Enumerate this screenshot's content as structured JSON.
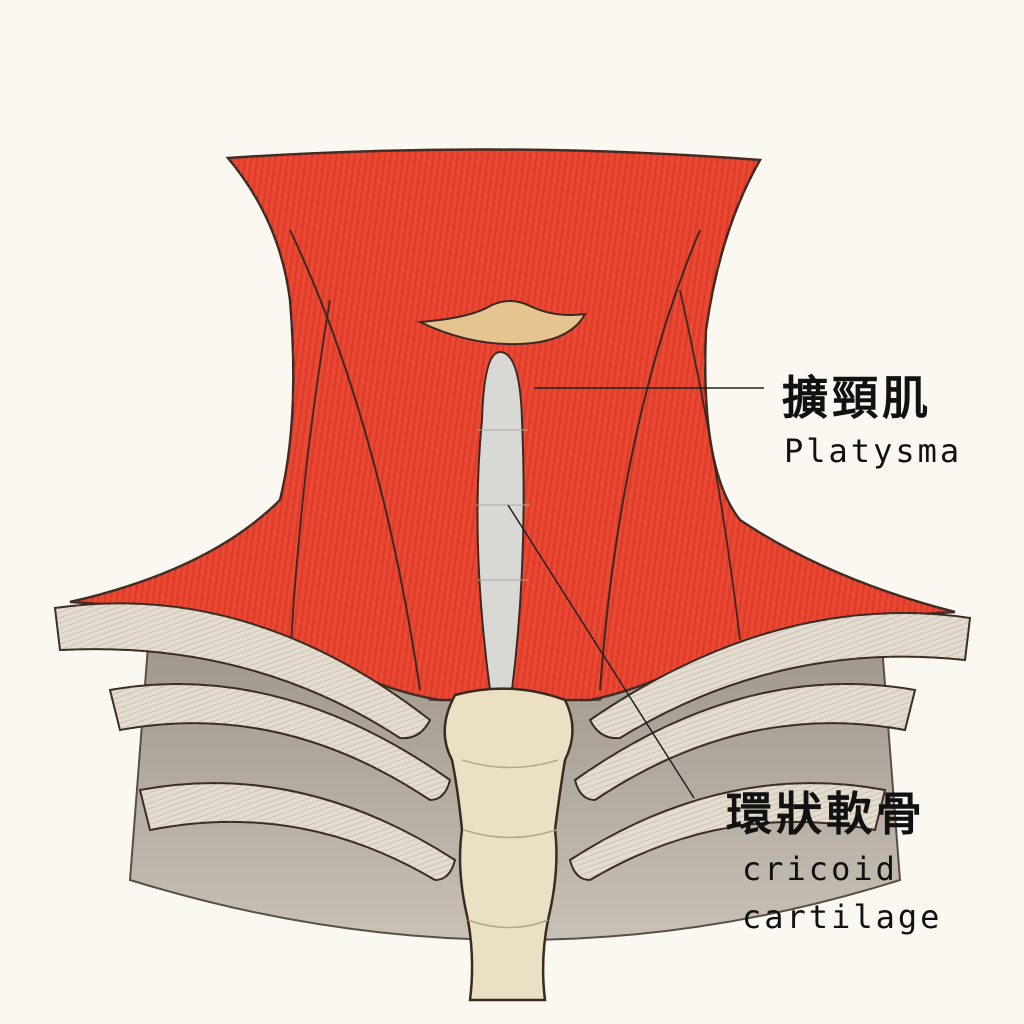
{
  "labels": {
    "platysma": {
      "japanese": "擴頸肌",
      "english": "Platysma"
    },
    "cricoid": {
      "japanese": "環狀軟骨",
      "english_line1": "cricoid",
      "english_line2": "cartilage"
    }
  },
  "colors": {
    "background": "#fbf8f1",
    "muscle": "#e8432f",
    "muscle_dark": "#c73422",
    "bone": "#ece0c4",
    "ribs": "#e4ddcf",
    "hyoid": "#e6c48f",
    "gap": "#d8d8d4",
    "outline": "#3a2a22",
    "leader": "#222222"
  }
}
